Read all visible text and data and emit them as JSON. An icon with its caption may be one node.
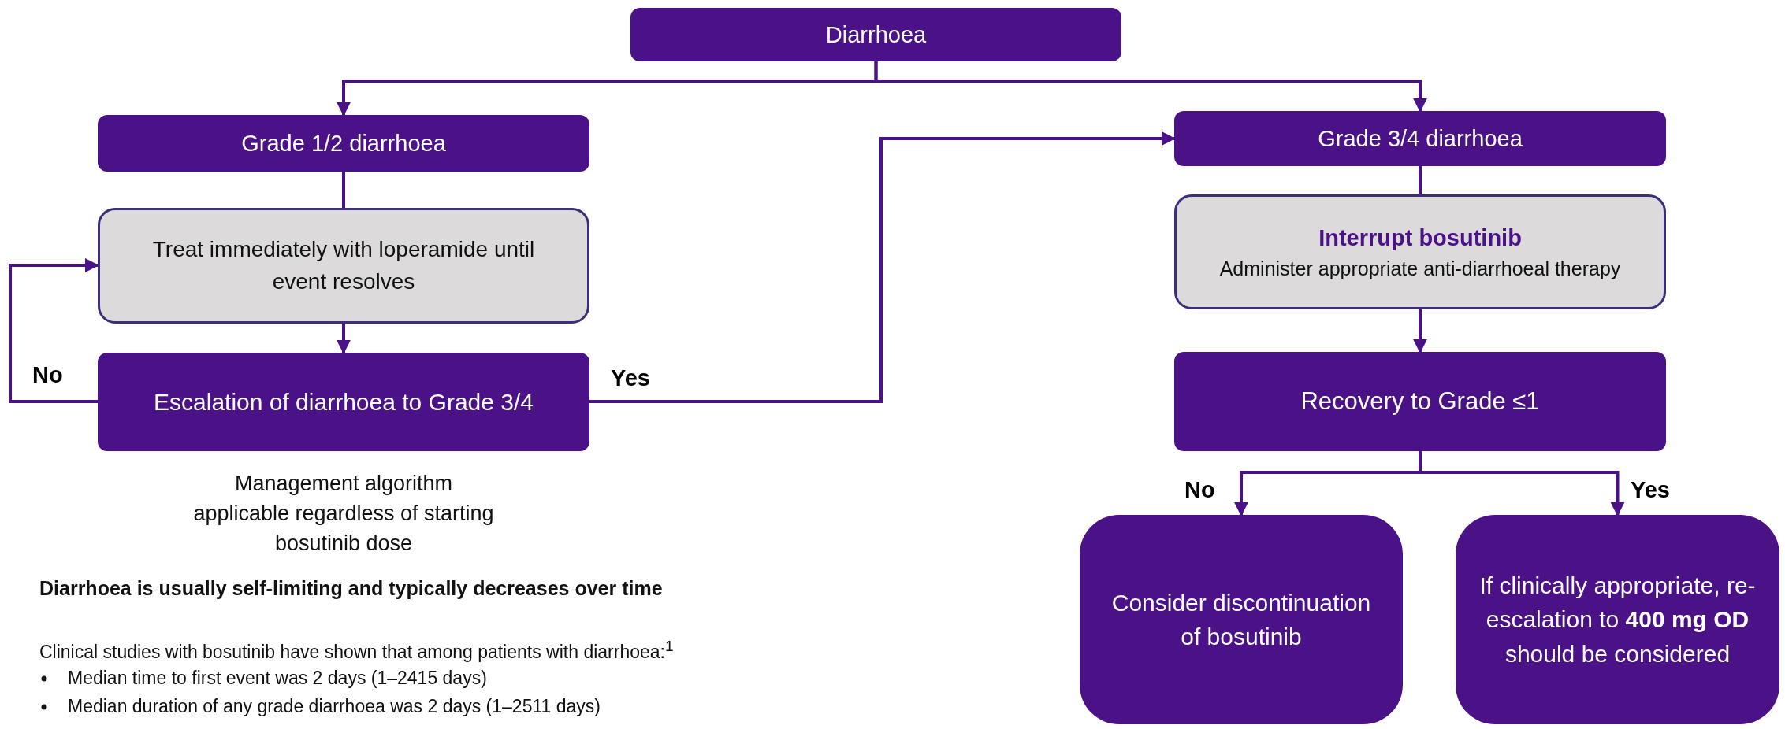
{
  "diagram": {
    "nodes": [
      {
        "text": [
          "Diarrhoea"
        ]
      },
      {
        "text": [
          "Grade 1/2 diarrhoea"
        ]
      },
      {
        "text": [
          "Treat immediately with loperamide until event resolves"
        ]
      },
      {
        "text": [
          "Escalation of diarrhoea to Grade 3/4"
        ]
      },
      {
        "text": [
          "Grade 3/4 diarrhoea"
        ]
      },
      {
        "text": [
          "Interrupt bosutinib",
          "Administer appropriate anti-diarrhoeal therapy"
        ]
      },
      {
        "text": [
          "Recovery to Grade ≤1"
        ]
      },
      {
        "text": [
          "Consider discontinuation of bosutinib"
        ]
      },
      {
        "text": [
          "If clinically appropriate, re-escalation to **400 mg OD** should be considered"
        ]
      }
    ],
    "edges": [
      {
        "from": 0,
        "to": 1,
        "arrow": "to"
      },
      {
        "from": 0,
        "to": 4,
        "arrow": "to"
      },
      {
        "from": 1,
        "to": 2,
        "arrow": "none"
      },
      {
        "from": 2,
        "to": 3,
        "arrow": "to"
      },
      {
        "from": 3,
        "to": 2,
        "arrow": "to",
        "label": "No"
      },
      {
        "from": 3,
        "to": 4,
        "arrow": "to",
        "label": "Yes"
      },
      {
        "from": 4,
        "to": 5,
        "arrow": "none"
      },
      {
        "from": 5,
        "to": 6,
        "arrow": "to"
      },
      {
        "from": 6,
        "to": 7,
        "arrow": "to",
        "label": "No"
      },
      {
        "from": 6,
        "to": 8,
        "arrow": "to",
        "label": "Yes"
      }
    ],
    "labels": [
      "Management algorithm applicable regardless of starting bosutinib dose",
      "Diarrhoea is usually self-limiting and typically decreases over time",
      "Clinical studies with bosutinib have shown that among patients with diarrhoea:$^{1}$",
      "Median time to first event was 2 days (1–2415 days)",
      "Median duration of any grade diarrhoea was 2 days (1–2511 days)"
    ]
  }
}
